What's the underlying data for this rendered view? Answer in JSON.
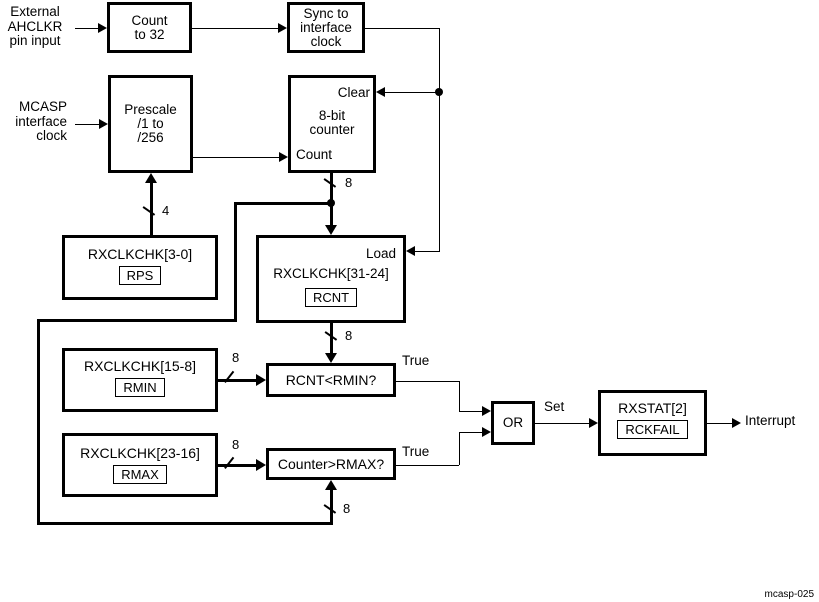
{
  "caption": "mcasp-025",
  "colors": {
    "ink": "#000000",
    "paper": "#ffffff"
  },
  "inputs": {
    "ahclkr": [
      "External",
      "AHCLKR",
      "pin input"
    ],
    "mcasp": [
      "MCASP",
      "interface",
      "clock"
    ]
  },
  "blocks": {
    "count32": [
      "Count",
      "to 32"
    ],
    "sync": [
      "Sync to",
      "interface",
      "clock"
    ],
    "prescale": [
      "Prescale",
      "/1 to",
      "/256"
    ],
    "counter": {
      "clear": "Clear",
      "name": [
        "8-bit",
        "counter"
      ],
      "count": "Count"
    },
    "rps": {
      "title": "RXCLKCHK[3-0]",
      "field": "RPS"
    },
    "rcnt": {
      "load": "Load",
      "title": "RXCLKCHK[31-24]",
      "field": "RCNT"
    },
    "rmin": {
      "title": "RXCLKCHK[15-8]",
      "field": "RMIN"
    },
    "rmax": {
      "title": "RXCLKCHK[23-16]",
      "field": "RMAX"
    },
    "cmp_min": "RCNT<RMIN?",
    "cmp_max": "Counter>RMAX?",
    "or_gate": "OR",
    "rxstat": {
      "title": "RXSTAT[2]",
      "field": "RCKFAIL"
    }
  },
  "bus_labels": {
    "prescale_sel": "4",
    "counter_out": "8",
    "rcnt_out": "8",
    "rmin_out": "8",
    "rmax_out": "8",
    "counter_feedback": "8"
  },
  "wire_labels": {
    "true_min": "True",
    "true_max": "True",
    "set": "Set",
    "interrupt": "Interrupt"
  }
}
